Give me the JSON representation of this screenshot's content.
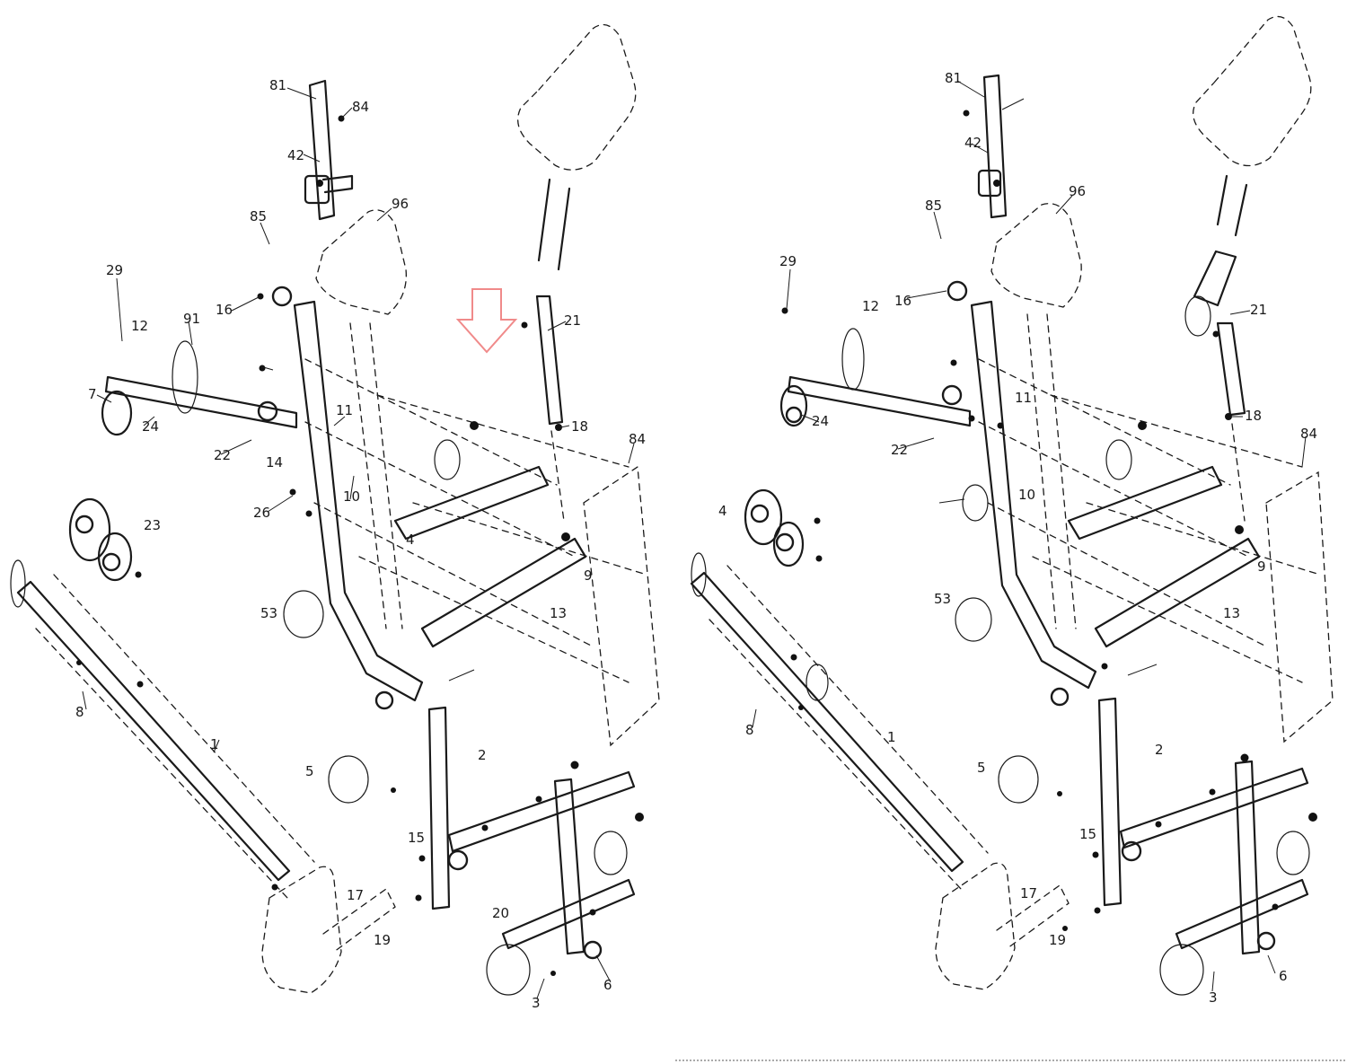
{
  "views": [
    {
      "id": "left",
      "labels": [
        {
          "id": "l-81",
          "text": "81"
        },
        {
          "id": "l-84a",
          "text": "84"
        },
        {
          "id": "l-42",
          "text": "42"
        },
        {
          "id": "l-96",
          "text": "96"
        },
        {
          "id": "l-85",
          "text": "85"
        },
        {
          "id": "l-29",
          "text": "29"
        },
        {
          "id": "l-16",
          "text": "16"
        },
        {
          "id": "l-12",
          "text": "12"
        },
        {
          "id": "l-91",
          "text": "91"
        },
        {
          "id": "l-7",
          "text": "7"
        },
        {
          "id": "l-24",
          "text": "24"
        },
        {
          "id": "l-22",
          "text": "22"
        },
        {
          "id": "l-14",
          "text": "14"
        },
        {
          "id": "l-11",
          "text": "11"
        },
        {
          "id": "l-10",
          "text": "10"
        },
        {
          "id": "l-21",
          "text": "21"
        },
        {
          "id": "l-18",
          "text": "18"
        },
        {
          "id": "l-84b",
          "text": "84"
        },
        {
          "id": "l-26",
          "text": "26"
        },
        {
          "id": "l-53",
          "text": "53"
        },
        {
          "id": "l-23",
          "text": "23"
        },
        {
          "id": "l-4",
          "text": "4"
        },
        {
          "id": "l-8",
          "text": "8"
        },
        {
          "id": "l-5",
          "text": "5"
        },
        {
          "id": "l-9",
          "text": "9"
        },
        {
          "id": "l-13",
          "text": "13"
        },
        {
          "id": "l-1",
          "text": "1"
        },
        {
          "id": "l-6",
          "text": "6"
        },
        {
          "id": "l-2",
          "text": "2"
        },
        {
          "id": "l-3",
          "text": "3"
        },
        {
          "id": "l-15",
          "text": "15"
        },
        {
          "id": "l-17",
          "text": "17"
        },
        {
          "id": "l-19",
          "text": "19"
        },
        {
          "id": "l-20",
          "text": "20"
        }
      ]
    },
    {
      "id": "right",
      "labels": [
        {
          "id": "r-81",
          "text": "81"
        },
        {
          "id": "r-42",
          "text": "42"
        },
        {
          "id": "r-96",
          "text": "96"
        },
        {
          "id": "r-85",
          "text": "85"
        },
        {
          "id": "r-29",
          "text": "29"
        },
        {
          "id": "r-12",
          "text": "12"
        },
        {
          "id": "r-11",
          "text": "11"
        },
        {
          "id": "r-10",
          "text": "10"
        },
        {
          "id": "r-21",
          "text": "21"
        },
        {
          "id": "r-18",
          "text": "18"
        },
        {
          "id": "r-84",
          "text": "84"
        },
        {
          "id": "r-24",
          "text": "24"
        },
        {
          "id": "r-22",
          "text": "22"
        },
        {
          "id": "r-53",
          "text": "53"
        },
        {
          "id": "r-4",
          "text": "4"
        },
        {
          "id": "r-8",
          "text": "8"
        },
        {
          "id": "r-5",
          "text": "5"
        },
        {
          "id": "r-1",
          "text": "1"
        },
        {
          "id": "r-6",
          "text": "6"
        },
        {
          "id": "r-2",
          "text": "2"
        },
        {
          "id": "r-3",
          "text": "3"
        },
        {
          "id": "r-13",
          "text": "13"
        },
        {
          "id": "r-9",
          "text": "9"
        },
        {
          "id": "r-15",
          "text": "15"
        },
        {
          "id": "r-16",
          "text": "16"
        },
        {
          "id": "r-17",
          "text": "17"
        },
        {
          "id": "r-19",
          "text": "19"
        }
      ]
    }
  ],
  "colors": {
    "line": "#1a1a1a",
    "callout_arrow": "#f08a8a",
    "background": "#ffffff"
  },
  "icons": {
    "callout": "down-arrow-icon"
  }
}
